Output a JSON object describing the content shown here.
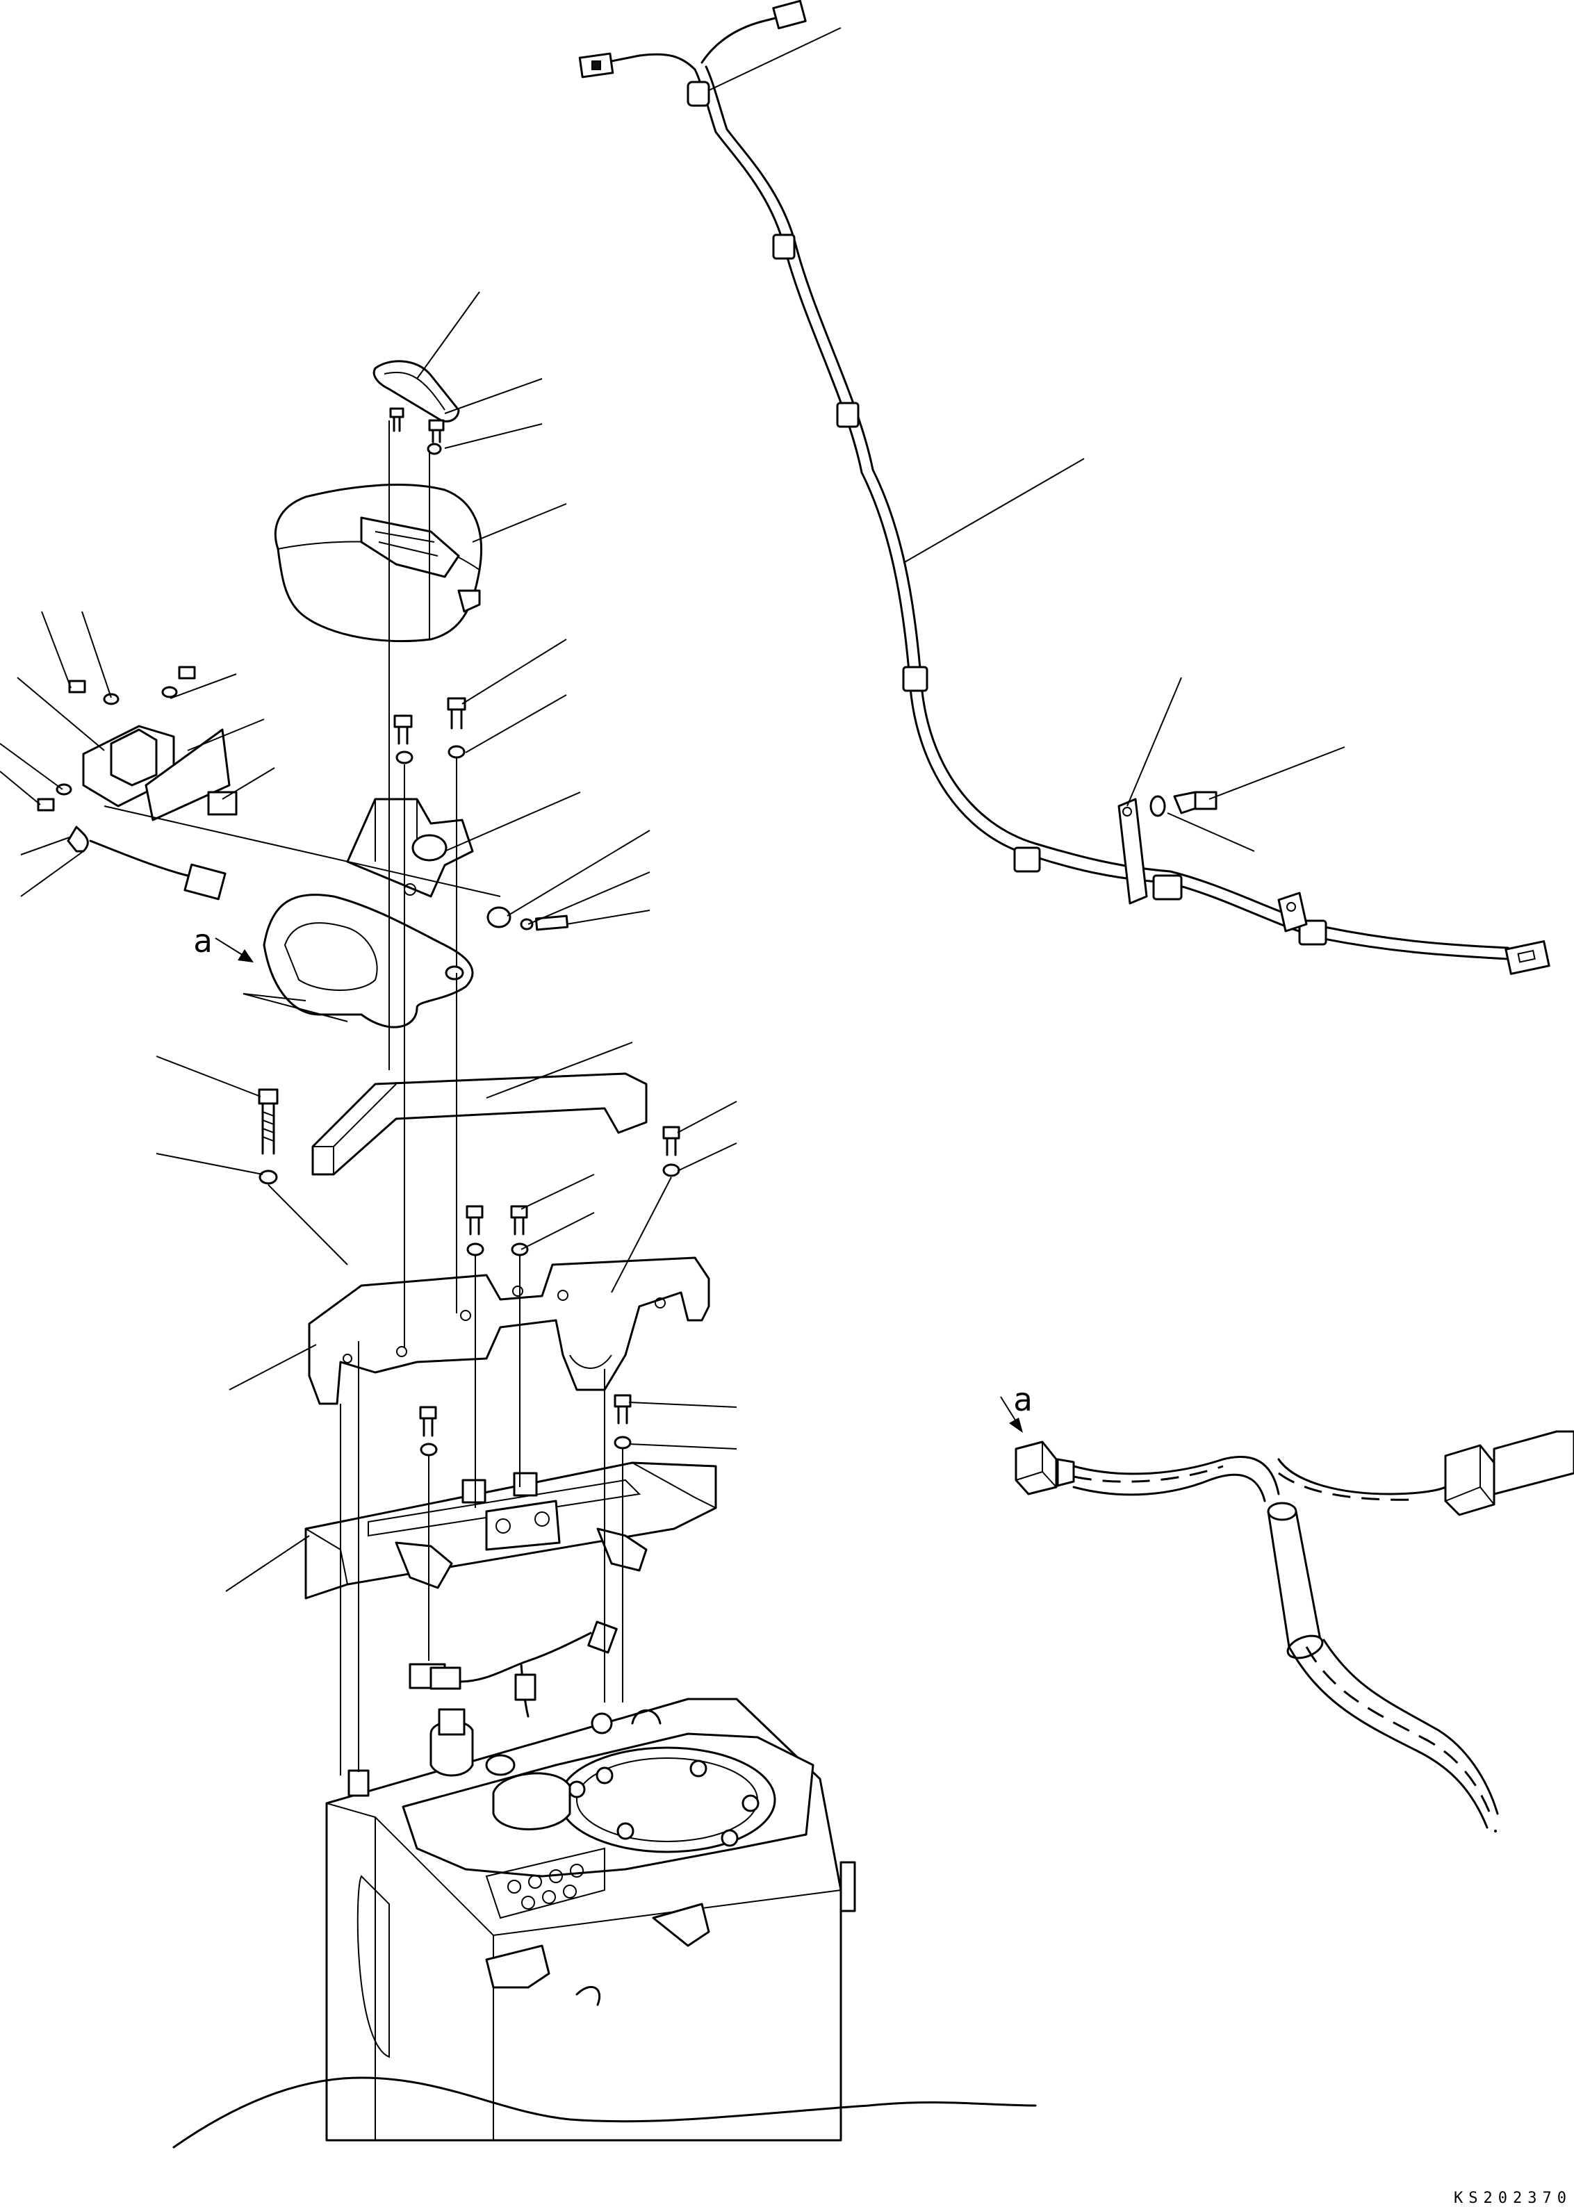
{
  "diagram": {
    "view_labels": [
      "a",
      "a"
    ],
    "drawing_code": "KS202370"
  }
}
